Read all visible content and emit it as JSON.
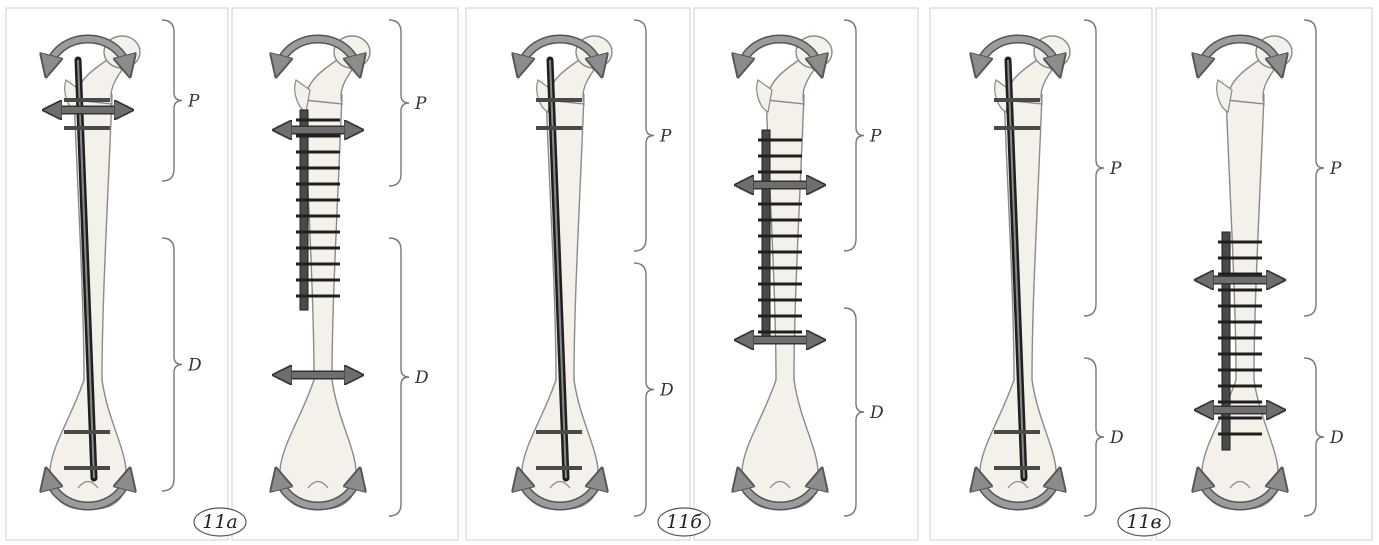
{
  "colors": {
    "bone_fill": "#f4f1ea",
    "bone_stroke": "#8a8a8a",
    "implant": "#4a4a4a",
    "implant_dark": "#1f1f1f",
    "rotation_arrow": "#9c9c9c",
    "force_arrow": "#6e6e6e",
    "brace": "#777777"
  },
  "icons": {
    "rotation": "curved-double-arrow-icon",
    "bending": "horizontal-double-arrow-icon"
  },
  "groups": [
    {
      "figure_label": "11а",
      "panels": [
        {
          "implant": "intramedullary-nail",
          "top_bending_level": 0.18,
          "bottom_bending_level": null,
          "segments": [
            {
              "label": "P",
              "start": 0.0,
              "end": 0.33
            },
            {
              "label": "D",
              "start": 0.42,
              "end": 0.95
            }
          ]
        },
        {
          "implant": "plate-short-proximal",
          "top_bending_level": 0.22,
          "bottom_bending_level": 0.71,
          "segments": [
            {
              "label": "P",
              "start": 0.0,
              "end": 0.34
            },
            {
              "label": "D",
              "start": 0.42,
              "end": 1.0
            }
          ]
        }
      ]
    },
    {
      "figure_label": "11б",
      "panels": [
        {
          "implant": "intramedullary-nail",
          "top_bending_level": null,
          "bottom_bending_level": null,
          "segments": [
            {
              "label": "P",
              "start": 0.0,
              "end": 0.47
            },
            {
              "label": "D",
              "start": 0.47,
              "end": 1.0
            }
          ]
        },
        {
          "implant": "plate-mid",
          "top_bending_level": 0.33,
          "bottom_bending_level": 0.64,
          "segments": [
            {
              "label": "P",
              "start": 0.0,
              "end": 0.47
            },
            {
              "label": "D",
              "start": 0.56,
              "end": 1.0
            }
          ]
        }
      ]
    },
    {
      "figure_label": "11в",
      "panels": [
        {
          "implant": "intramedullary-nail",
          "top_bending_level": null,
          "bottom_bending_level": null,
          "segments": [
            {
              "label": "P",
              "start": 0.0,
              "end": 0.6
            },
            {
              "label": "D",
              "start": 0.66,
              "end": 1.0
            }
          ]
        },
        {
          "implant": "plate-distal",
          "top_bending_level": 0.52,
          "bottom_bending_level": 0.78,
          "segments": [
            {
              "label": "P",
              "start": 0.0,
              "end": 0.6
            },
            {
              "label": "D",
              "start": 0.66,
              "end": 1.0
            }
          ]
        }
      ]
    }
  ]
}
